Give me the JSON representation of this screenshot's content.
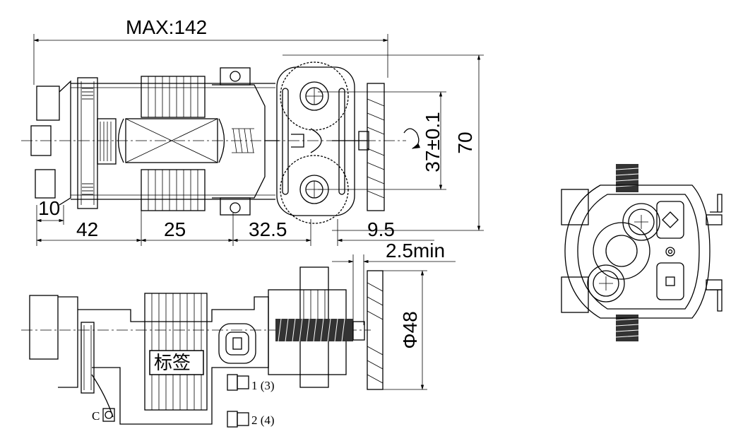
{
  "dimensions": {
    "max_length": "MAX:142",
    "height_70": "70",
    "center_distance": "37±0.1",
    "d10": "10",
    "d42": "42",
    "d25": "25",
    "d32_5": "32.5",
    "d9_5": "9.5",
    "gap_min": "2.5min",
    "diameter": "Φ48"
  },
  "labels": {
    "label_cn": "标签",
    "terminal_1": "1 (3)",
    "terminal_2": "2 (4)",
    "terminal_c": "C"
  }
}
